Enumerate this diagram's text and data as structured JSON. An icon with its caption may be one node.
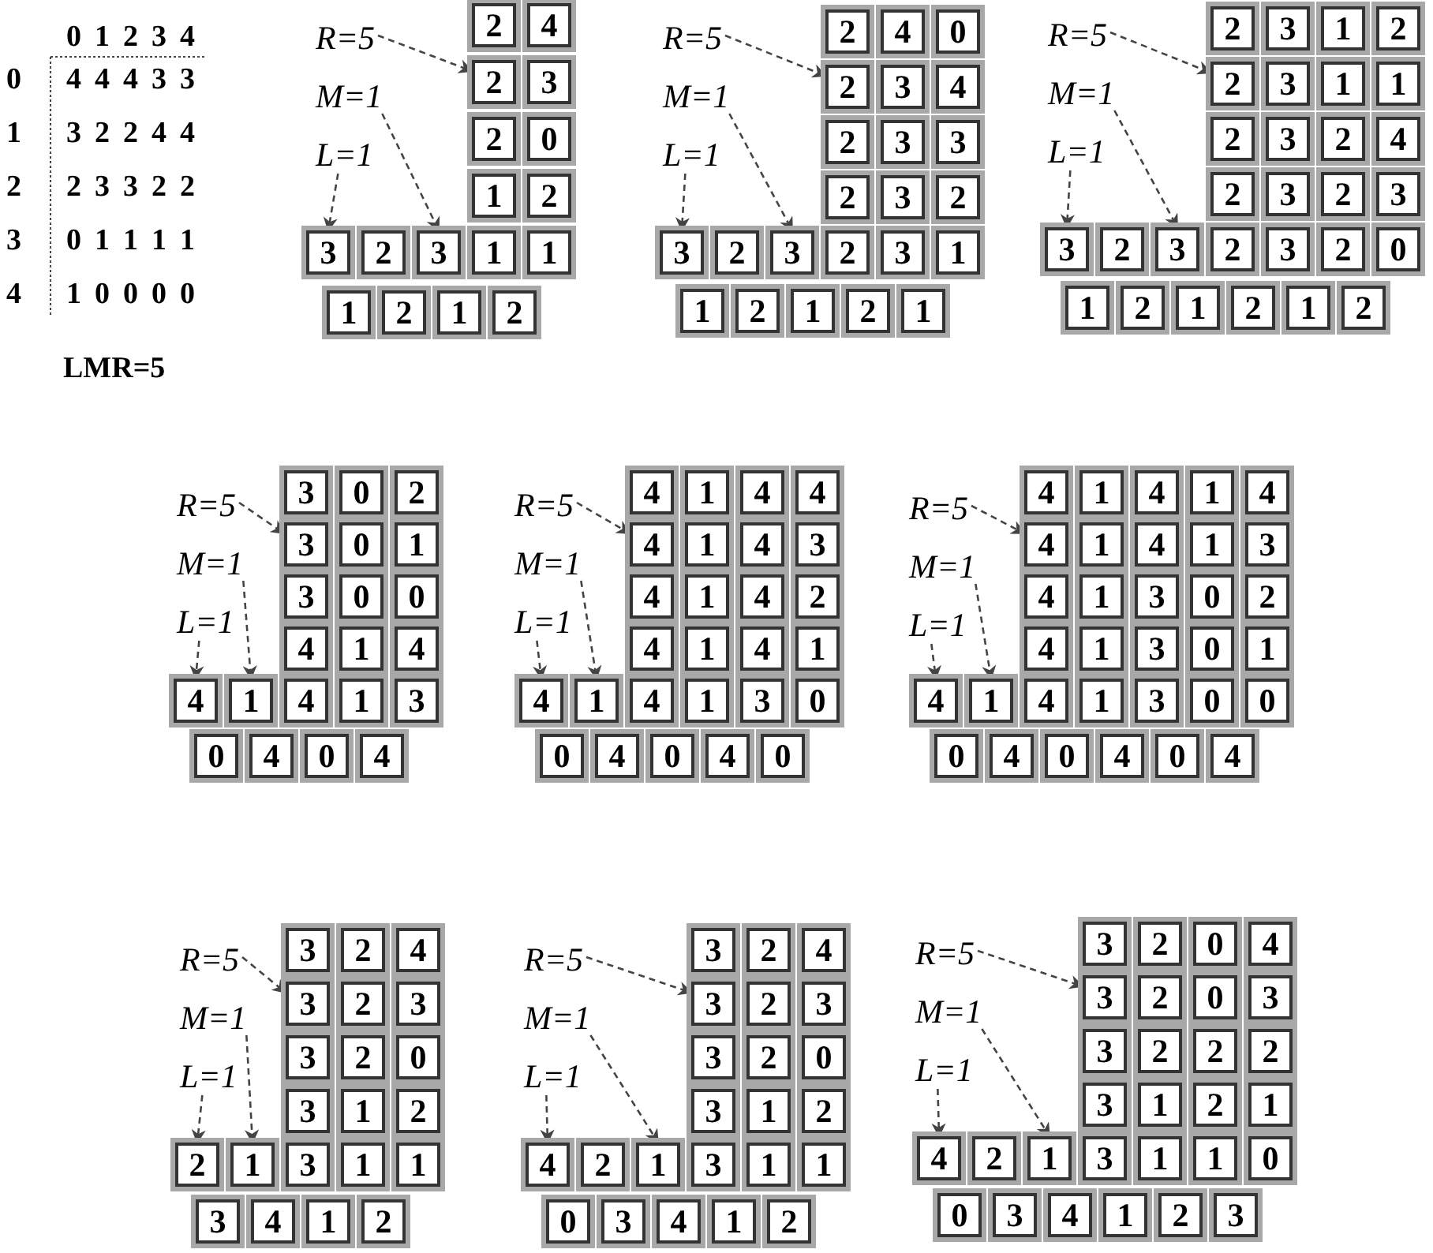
{
  "diagram": {
    "nodes": [
      {
        "text": [
          "R=5"
        ]
      },
      {
        "text": [
          "M=1"
        ]
      },
      {
        "text": [
          "L=1"
        ]
      },
      {
        "text": [
          "2"
        ]
      },
      {
        "text": [
          "4"
        ]
      },
      {
        "text": [
          "2"
        ]
      },
      {
        "text": [
          "3"
        ]
      },
      {
        "text": [
          "2"
        ]
      },
      {
        "text": [
          "0"
        ]
      },
      {
        "text": [
          "1"
        ]
      },
      {
        "text": [
          "2"
        ]
      },
      {
        "text": [
          "3"
        ]
      },
      {
        "text": [
          "2"
        ]
      },
      {
        "text": [
          "3"
        ]
      },
      {
        "text": [
          "1"
        ]
      },
      {
        "text": [
          "1"
        ]
      },
      {
        "text": [
          "1"
        ]
      },
      {
        "text": [
          "2"
        ]
      },
      {
        "text": [
          "1"
        ]
      },
      {
        "text": [
          "2"
        ]
      },
      {
        "text": [
          "R=5"
        ]
      },
      {
        "text": [
          "M=1"
        ]
      },
      {
        "text": [
          "L=1"
        ]
      },
      {
        "text": [
          "2"
        ]
      },
      {
        "text": [
          "4"
        ]
      },
      {
        "text": [
          "0"
        ]
      },
      {
        "text": [
          "2"
        ]
      },
      {
        "text": [
          "3"
        ]
      },
      {
        "text": [
          "4"
        ]
      },
      {
        "text": [
          "2"
        ]
      },
      {
        "text": [
          "3"
        ]
      },
      {
        "text": [
          "3"
        ]
      },
      {
        "text": [
          "2"
        ]
      },
      {
        "text": [
          "3"
        ]
      },
      {
        "text": [
          "2"
        ]
      },
      {
        "text": [
          "3"
        ]
      },
      {
        "text": [
          "2"
        ]
      },
      {
        "text": [
          "3"
        ]
      },
      {
        "text": [
          "2"
        ]
      },
      {
        "text": [
          "3"
        ]
      },
      {
        "text": [
          "1"
        ]
      },
      {
        "text": [
          "1"
        ]
      },
      {
        "text": [
          "2"
        ]
      },
      {
        "text": [
          "1"
        ]
      },
      {
        "text": [
          "2"
        ]
      },
      {
        "text": [
          "1"
        ]
      },
      {
        "text": [
          "R=5"
        ]
      },
      {
        "text": [
          "M=1"
        ]
      },
      {
        "text": [
          "L=1"
        ]
      },
      {
        "text": [
          "2"
        ]
      },
      {
        "text": [
          "3"
        ]
      },
      {
        "text": [
          "1"
        ]
      },
      {
        "text": [
          "2"
        ]
      },
      {
        "text": [
          "2"
        ]
      },
      {
        "text": [
          "3"
        ]
      },
      {
        "text": [
          "1"
        ]
      },
      {
        "text": [
          "1"
        ]
      },
      {
        "text": [
          "2"
        ]
      },
      {
        "text": [
          "3"
        ]
      },
      {
        "text": [
          "2"
        ]
      },
      {
        "text": [
          "4"
        ]
      },
      {
        "text": [
          "2"
        ]
      },
      {
        "text": [
          "3"
        ]
      },
      {
        "text": [
          "2"
        ]
      },
      {
        "text": [
          "3"
        ]
      },
      {
        "text": [
          "3"
        ]
      },
      {
        "text": [
          "2"
        ]
      },
      {
        "text": [
          "3"
        ]
      },
      {
        "text": [
          "2"
        ]
      },
      {
        "text": [
          "3"
        ]
      },
      {
        "text": [
          "2"
        ]
      },
      {
        "text": [
          "0"
        ]
      },
      {
        "text": [
          "1"
        ]
      },
      {
        "text": [
          "2"
        ]
      },
      {
        "text": [
          "1"
        ]
      },
      {
        "text": [
          "2"
        ]
      },
      {
        "text": [
          "1"
        ]
      },
      {
        "text": [
          "2"
        ]
      },
      {
        "text": [
          "R=5"
        ]
      },
      {
        "text": [
          "M=1"
        ]
      },
      {
        "text": [
          "L=1"
        ]
      },
      {
        "text": [
          "3"
        ]
      },
      {
        "text": [
          "0"
        ]
      },
      {
        "text": [
          "2"
        ]
      },
      {
        "text": [
          "3"
        ]
      },
      {
        "text": [
          "0"
        ]
      },
      {
        "text": [
          "1"
        ]
      },
      {
        "text": [
          "3"
        ]
      },
      {
        "text": [
          "0"
        ]
      },
      {
        "text": [
          "0"
        ]
      },
      {
        "text": [
          "4"
        ]
      },
      {
        "text": [
          "1"
        ]
      },
      {
        "text": [
          "4"
        ]
      },
      {
        "text": [
          "4"
        ]
      },
      {
        "text": [
          "1"
        ]
      },
      {
        "text": [
          "4"
        ]
      },
      {
        "text": [
          "1"
        ]
      },
      {
        "text": [
          "3"
        ]
      },
      {
        "text": [
          "0"
        ]
      },
      {
        "text": [
          "4"
        ]
      },
      {
        "text": [
          "0"
        ]
      },
      {
        "text": [
          "4"
        ]
      },
      {
        "text": [
          "R=5"
        ]
      },
      {
        "text": [
          "M=1"
        ]
      },
      {
        "text": [
          "L=1"
        ]
      },
      {
        "text": [
          "4"
        ]
      },
      {
        "text": [
          "1"
        ]
      },
      {
        "text": [
          "4"
        ]
      },
      {
        "text": [
          "4"
        ]
      },
      {
        "text": [
          "4"
        ]
      },
      {
        "text": [
          "1"
        ]
      },
      {
        "text": [
          "4"
        ]
      },
      {
        "text": [
          "3"
        ]
      },
      {
        "text": [
          "4"
        ]
      },
      {
        "text": [
          "1"
        ]
      },
      {
        "text": [
          "4"
        ]
      },
      {
        "text": [
          "2"
        ]
      },
      {
        "text": [
          "4"
        ]
      },
      {
        "text": [
          "1"
        ]
      },
      {
        "text": [
          "4"
        ]
      },
      {
        "text": [
          "1"
        ]
      },
      {
        "text": [
          "4"
        ]
      },
      {
        "text": [
          "1"
        ]
      },
      {
        "text": [
          "4"
        ]
      },
      {
        "text": [
          "1"
        ]
      },
      {
        "text": [
          "3"
        ]
      },
      {
        "text": [
          "0"
        ]
      },
      {
        "text": [
          "0"
        ]
      },
      {
        "text": [
          "4"
        ]
      },
      {
        "text": [
          "0"
        ]
      },
      {
        "text": [
          "4"
        ]
      },
      {
        "text": [
          "0"
        ]
      },
      {
        "text": [
          "R=5"
        ]
      },
      {
        "text": [
          "M=1"
        ]
      },
      {
        "text": [
          "L=1"
        ]
      },
      {
        "text": [
          "4"
        ]
      },
      {
        "text": [
          "1"
        ]
      },
      {
        "text": [
          "4"
        ]
      },
      {
        "text": [
          "1"
        ]
      },
      {
        "text": [
          "4"
        ]
      },
      {
        "text": [
          "4"
        ]
      },
      {
        "text": [
          "1"
        ]
      },
      {
        "text": [
          "4"
        ]
      },
      {
        "text": [
          "1"
        ]
      },
      {
        "text": [
          "3"
        ]
      },
      {
        "text": [
          "4"
        ]
      },
      {
        "text": [
          "1"
        ]
      },
      {
        "text": [
          "3"
        ]
      },
      {
        "text": [
          "0"
        ]
      },
      {
        "text": [
          "2"
        ]
      },
      {
        "text": [
          "4"
        ]
      },
      {
        "text": [
          "1"
        ]
      },
      {
        "text": [
          "3"
        ]
      },
      {
        "text": [
          "0"
        ]
      },
      {
        "text": [
          "1"
        ]
      },
      {
        "text": [
          "4"
        ]
      },
      {
        "text": [
          "1"
        ]
      },
      {
        "text": [
          "4"
        ]
      },
      {
        "text": [
          "1"
        ]
      },
      {
        "text": [
          "3"
        ]
      },
      {
        "text": [
          "0"
        ]
      },
      {
        "text": [
          "0"
        ]
      },
      {
        "text": [
          "0"
        ]
      },
      {
        "text": [
          "4"
        ]
      },
      {
        "text": [
          "0"
        ]
      },
      {
        "text": [
          "4"
        ]
      },
      {
        "text": [
          "0"
        ]
      },
      {
        "text": [
          "4"
        ]
      },
      {
        "text": [
          "R=5"
        ]
      },
      {
        "text": [
          "M=1"
        ]
      },
      {
        "text": [
          "L=1"
        ]
      },
      {
        "text": [
          "3"
        ]
      },
      {
        "text": [
          "2"
        ]
      },
      {
        "text": [
          "4"
        ]
      },
      {
        "text": [
          "3"
        ]
      },
      {
        "text": [
          "2"
        ]
      },
      {
        "text": [
          "3"
        ]
      },
      {
        "text": [
          "3"
        ]
      },
      {
        "text": [
          "2"
        ]
      },
      {
        "text": [
          "0"
        ]
      },
      {
        "text": [
          "3"
        ]
      },
      {
        "text": [
          "1"
        ]
      },
      {
        "text": [
          "2"
        ]
      },
      {
        "text": [
          "2"
        ]
      },
      {
        "text": [
          "1"
        ]
      },
      {
        "text": [
          "3"
        ]
      },
      {
        "text": [
          "1"
        ]
      },
      {
        "text": [
          "1"
        ]
      },
      {
        "text": [
          "3"
        ]
      },
      {
        "text": [
          "4"
        ]
      },
      {
        "text": [
          "1"
        ]
      },
      {
        "text": [
          "2"
        ]
      },
      {
        "text": [
          "R=5"
        ]
      },
      {
        "text": [
          "M=1"
        ]
      },
      {
        "text": [
          "L=1"
        ]
      },
      {
        "text": [
          "3"
        ]
      },
      {
        "text": [
          "2"
        ]
      },
      {
        "text": [
          "4"
        ]
      },
      {
        "text": [
          "3"
        ]
      },
      {
        "text": [
          "2"
        ]
      },
      {
        "text": [
          "3"
        ]
      },
      {
        "text": [
          "3"
        ]
      },
      {
        "text": [
          "2"
        ]
      },
      {
        "text": [
          "0"
        ]
      },
      {
        "text": [
          "3"
        ]
      },
      {
        "text": [
          "1"
        ]
      },
      {
        "text": [
          "2"
        ]
      },
      {
        "text": [
          "4"
        ]
      },
      {
        "text": [
          "2"
        ]
      },
      {
        "text": [
          "1"
        ]
      },
      {
        "text": [
          "3"
        ]
      },
      {
        "text": [
          "1"
        ]
      },
      {
        "text": [
          "1"
        ]
      },
      {
        "text": [
          "0"
        ]
      },
      {
        "text": [
          "3"
        ]
      },
      {
        "text": [
          "4"
        ]
      },
      {
        "text": [
          "1"
        ]
      },
      {
        "text": [
          "2"
        ]
      },
      {
        "text": [
          "R=5"
        ]
      },
      {
        "text": [
          "M=1"
        ]
      },
      {
        "text": [
          "L=1"
        ]
      },
      {
        "text": [
          "3"
        ]
      },
      {
        "text": [
          "2"
        ]
      },
      {
        "text": [
          "0"
        ]
      },
      {
        "text": [
          "4"
        ]
      },
      {
        "text": [
          "3"
        ]
      },
      {
        "text": [
          "2"
        ]
      },
      {
        "text": [
          "0"
        ]
      },
      {
        "text": [
          "3"
        ]
      },
      {
        "text": [
          "3"
        ]
      },
      {
        "text": [
          "2"
        ]
      },
      {
        "text": [
          "2"
        ]
      },
      {
        "text": [
          "2"
        ]
      },
      {
        "text": [
          "3"
        ]
      },
      {
        "text": [
          "1"
        ]
      },
      {
        "text": [
          "2"
        ]
      },
      {
        "text": [
          "1"
        ]
      },
      {
        "text": [
          "4"
        ]
      },
      {
        "text": [
          "2"
        ]
      },
      {
        "text": [
          "1"
        ]
      },
      {
        "text": [
          "3"
        ]
      },
      {
        "text": [
          "1"
        ]
      },
      {
        "text": [
          "1"
        ]
      },
      {
        "text": [
          "0"
        ]
      },
      {
        "text": [
          "0"
        ]
      },
      {
        "text": [
          "3"
        ]
      },
      {
        "text": [
          "4"
        ]
      },
      {
        "text": [
          "1"
        ]
      },
      {
        "text": [
          "2"
        ]
      },
      {
        "text": [
          "3"
        ]
      }
    ],
    "edges": [
      {
        "from": 0,
        "to": 5,
        "arrow": "to",
        "style": "dashed"
      },
      {
        "from": 1,
        "to": 13,
        "arrow": "to",
        "style": "dashed"
      },
      {
        "from": 2,
        "to": 11,
        "arrow": "to",
        "style": "dashed"
      },
      {
        "from": 20,
        "to": 26,
        "arrow": "to",
        "style": "dashed"
      },
      {
        "from": 21,
        "to": 37,
        "arrow": "to",
        "style": "dashed"
      },
      {
        "from": 22,
        "to": 35,
        "arrow": "to",
        "style": "dashed"
      },
      {
        "from": 46,
        "to": 53,
        "arrow": "to",
        "style": "dashed"
      },
      {
        "from": 47,
        "to": 67,
        "arrow": "to",
        "style": "dashed"
      },
      {
        "from": 48,
        "to": 65,
        "arrow": "to",
        "style": "dashed"
      },
      {
        "from": 78,
        "to": 84,
        "arrow": "to",
        "style": "dashed"
      },
      {
        "from": 79,
        "to": 94,
        "arrow": "to",
        "style": "dashed"
      },
      {
        "from": 80,
        "to": 93,
        "arrow": "to",
        "style": "dashed"
      },
      {
        "from": 102,
        "to": 109,
        "arrow": "to",
        "style": "dashed"
      },
      {
        "from": 103,
        "to": 122,
        "arrow": "to",
        "style": "dashed"
      },
      {
        "from": 104,
        "to": 121,
        "arrow": "to",
        "style": "dashed"
      },
      {
        "from": 132,
        "to": 140,
        "arrow": "to",
        "style": "dashed"
      },
      {
        "from": 133,
        "to": 156,
        "arrow": "to",
        "style": "dashed"
      },
      {
        "from": 134,
        "to": 155,
        "arrow": "to",
        "style": "dashed"
      },
      {
        "from": 168,
        "to": 174,
        "arrow": "to",
        "style": "dashed"
      },
      {
        "from": 169,
        "to": 184,
        "arrow": "to",
        "style": "dashed"
      },
      {
        "from": 170,
        "to": 183,
        "arrow": "to",
        "style": "dashed"
      },
      {
        "from": 192,
        "to": 198,
        "arrow": "to",
        "style": "dashed"
      },
      {
        "from": 193,
        "to": 209,
        "arrow": "to",
        "style": "dashed"
      },
      {
        "from": 194,
        "to": 207,
        "arrow": "to",
        "style": "dashed"
      },
      {
        "from": 218,
        "to": 225,
        "arrow": "to",
        "style": "dashed"
      },
      {
        "from": 219,
        "to": 239,
        "arrow": "to",
        "style": "dashed"
      },
      {
        "from": 220,
        "to": 237,
        "arrow": "to",
        "style": "dashed"
      }
    ],
    "labels": [
      "0",
      "1",
      "2",
      "3",
      "4",
      "0",
      "4",
      "4",
      "4",
      "3",
      "3",
      "1",
      "3",
      "2",
      "2",
      "4",
      "4",
      "2",
      "2",
      "3",
      "3",
      "2",
      "2",
      "3",
      "0",
      "1",
      "1",
      "1",
      "1",
      "4",
      "1",
      "0",
      "0",
      "0",
      "0",
      "LMR=5"
    ]
  }
}
